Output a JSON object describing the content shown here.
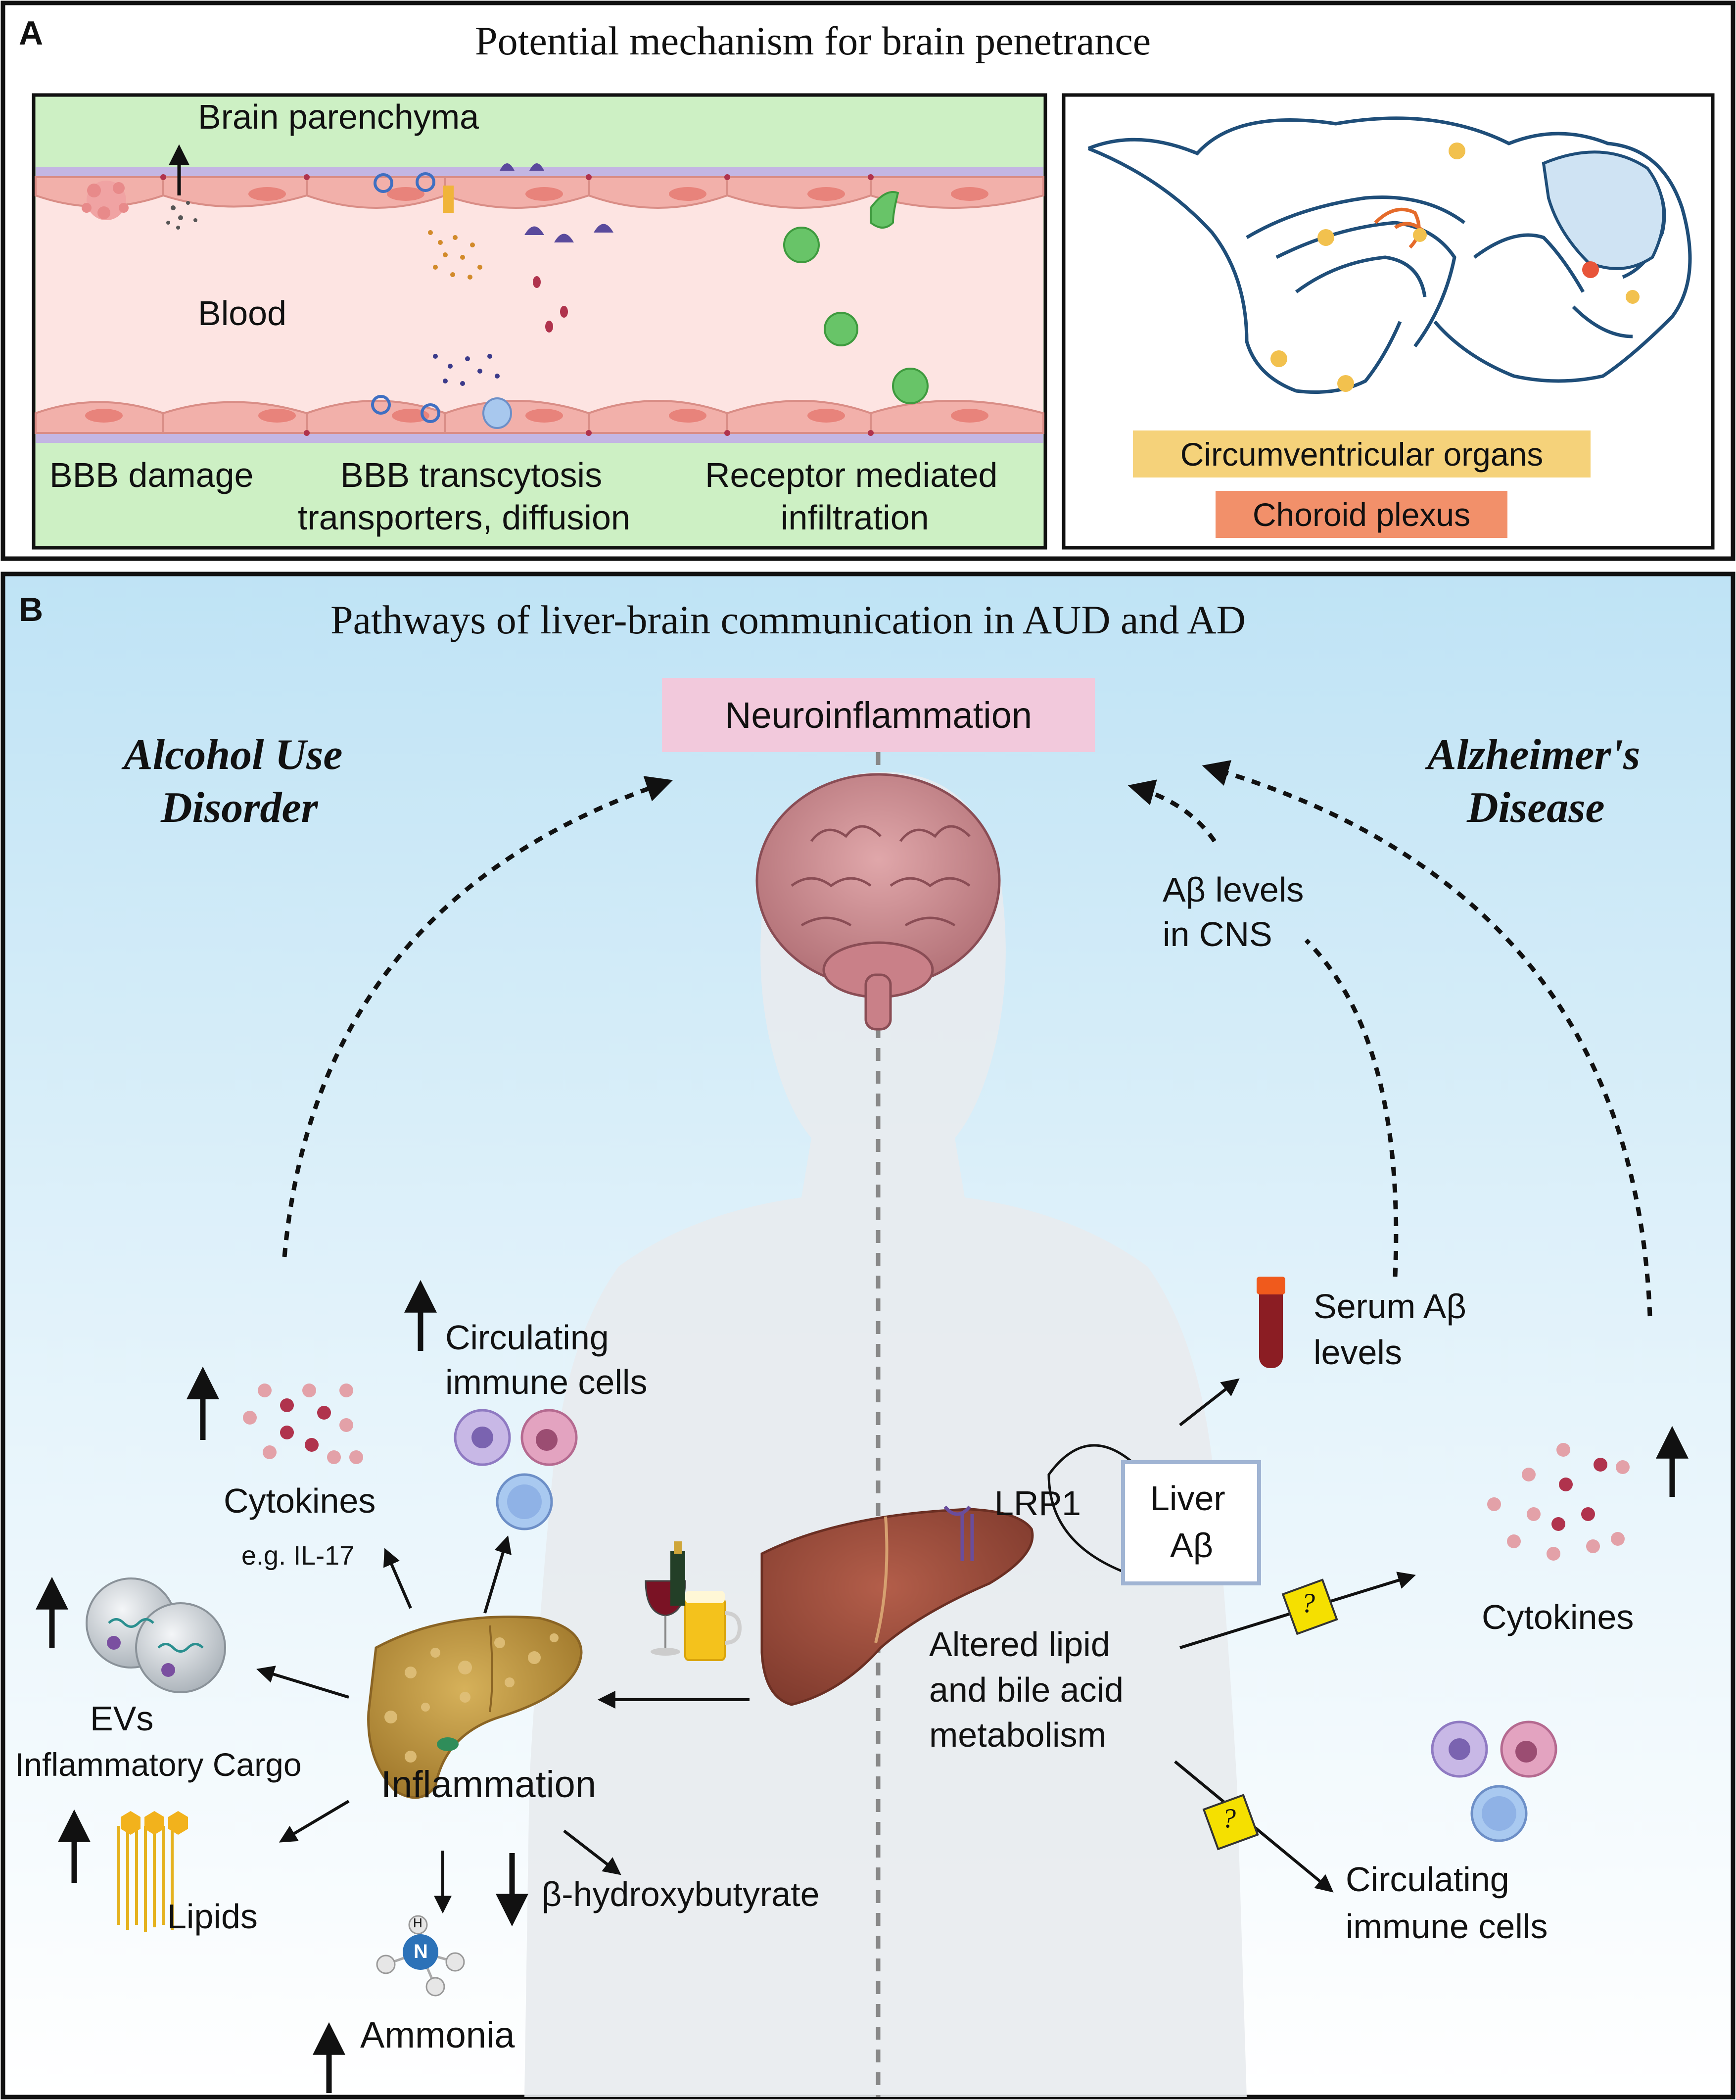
{
  "panel_a": {
    "letter": "A",
    "title": "Potential mechanism for brain penetrance",
    "bbb": {
      "brain_label": "Brain parenchyma",
      "blood_label": "Blood",
      "mech1": "BBB damage",
      "mech2_line1": "BBB transcytosis",
      "mech2_line2": "transporters, diffusion",
      "mech3_line1": "Receptor mediated",
      "mech3_line2": "infiltration"
    },
    "brain_map": {
      "cvo_label": "Circumventricular organs",
      "choroid_label": "Choroid plexus"
    }
  },
  "panel_b": {
    "letter": "B",
    "title": "Pathways of liver-brain communication in AUD and AD",
    "top_label": "Neuroinflammation",
    "aud_line1": "Alcohol Use",
    "aud_line2": "Disorder",
    "ad_line1": "Alzheimer's",
    "ad_line2": "Disease",
    "left": {
      "circ_immune_line1": "Circulating",
      "circ_immune_line2": "immune cells",
      "cytokines": "Cytokines",
      "cytokines_eg": "e.g. IL-17",
      "evs": "EVs",
      "evs_cargo": "Inflammatory Cargo",
      "inflammation": "Inflammation",
      "lipids": "Lipids",
      "bhb": "β-hydroxybutyrate",
      "ammonia": "Ammonia",
      "nitrogen": "N",
      "hydrogen": "H"
    },
    "right": {
      "abeta_cns_line1": "Aβ levels",
      "abeta_cns_line2": "in CNS",
      "serum_line1": "Serum Aβ",
      "serum_line2": "levels",
      "lrp1": "LRP1",
      "liver_abeta_line1": "Liver",
      "liver_abeta_line2": "Aβ",
      "altered_line1": "Altered lipid",
      "altered_line2": "and bile acid",
      "altered_line3": "metabolism",
      "cytokines": "Cytokines",
      "circ_immune_line1": "Circulating",
      "circ_immune_line2": "immune cells",
      "question": "?"
    }
  },
  "colors": {
    "bbb_green": "#cdf0c4",
    "blood_pink": "#fde4e2",
    "endothelium": "#f2b0aa",
    "cvo_yellow": "#f5d27a",
    "choroid_orange": "#f2906a",
    "neuro_pink": "#f2c9dc",
    "sky_blue": "#c7e8f7",
    "liver_brown": "#9e4f3e",
    "fatty_liver": "#c9a04b"
  }
}
